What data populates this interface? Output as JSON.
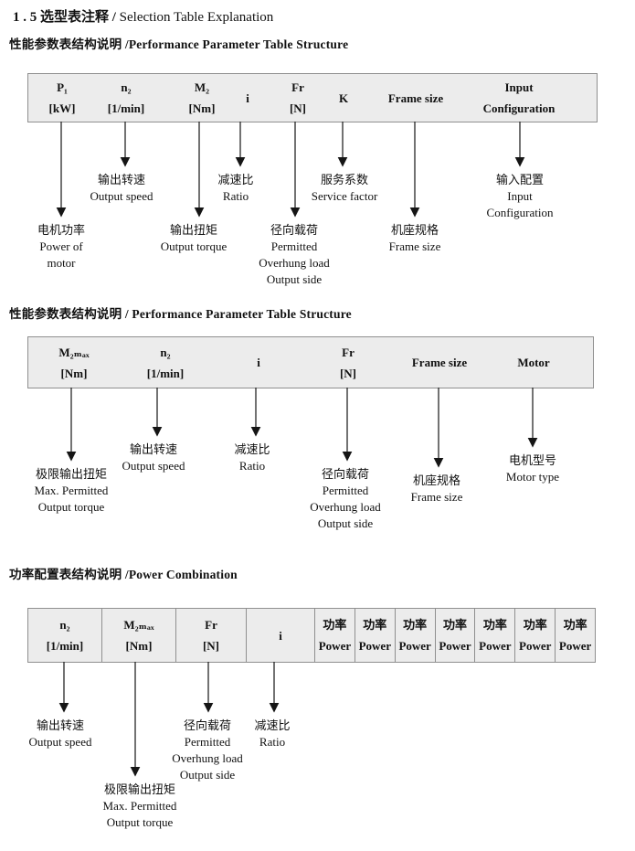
{
  "page": {
    "title_zh": "1 . 5 选型表注释 /",
    "title_en": " Selection Table Explanation"
  },
  "sections": [
    {
      "heading": "性能参数表结构说明 /Performance Parameter Table Structure",
      "columns": [
        {
          "l1": "P₁",
          "l2": "[kW]"
        },
        {
          "l1": "n₂",
          "l2": "[1/min]"
        },
        {
          "l1": "M₂",
          "l2": "[Nm]"
        },
        {
          "l1": "i",
          "l2": ""
        },
        {
          "l1": "Fr",
          "l2": "[N]"
        },
        {
          "l1": "K",
          "l2": ""
        },
        {
          "l1": "Frame size",
          "l2": ""
        },
        {
          "l1": "Input",
          "l2": "Configuration"
        }
      ],
      "callouts": [
        {
          "l1": "电机功率",
          "l2": "Power of",
          "l3": "motor"
        },
        {
          "l1": "输出转速",
          "l2": "Output speed"
        },
        {
          "l1": "输出扭矩",
          "l2": "Output torque"
        },
        {
          "l1": "减速比",
          "l2": "Ratio"
        },
        {
          "l1": "径向载荷",
          "l2": "Permitted",
          "l3": "Overhung load",
          "l4": "Output side"
        },
        {
          "l1": "服务系数",
          "l2": "Service factor"
        },
        {
          "l1": "机座规格",
          "l2": "Frame size"
        },
        {
          "l1": "输入配置",
          "l2": "Input",
          "l3": "Configuration"
        }
      ]
    },
    {
      "heading": "性能参数表结构说明 / Performance Parameter Table Structure",
      "columns": [
        {
          "l1": "M₂ₘₐₓ",
          "l2": "[Nm]"
        },
        {
          "l1": "n₂",
          "l2": "[1/min]"
        },
        {
          "l1": "i",
          "l2": ""
        },
        {
          "l1": "Fr",
          "l2": "[N]"
        },
        {
          "l1": "Frame size",
          "l2": ""
        },
        {
          "l1": "Motor",
          "l2": ""
        }
      ],
      "callouts": [
        {
          "l1": "极限输出扭矩",
          "l2": "Max. Permitted",
          "l3": "Output torque"
        },
        {
          "l1": "输出转速",
          "l2": "Output speed"
        },
        {
          "l1": "减速比",
          "l2": "Ratio"
        },
        {
          "l1": "径向载荷",
          "l2": "Permitted",
          "l3": "Overhung load",
          "l4": "Output side"
        },
        {
          "l1": "机座规格",
          "l2": "Frame size"
        },
        {
          "l1": "电机型号",
          "l2": "Motor type"
        }
      ]
    },
    {
      "heading": "功率配置表结构说明 /Power Combination",
      "columns": [
        {
          "l1": "n₂",
          "l2": "[1/min]"
        },
        {
          "l1": "M₂ₘₐₓ",
          "l2": "[Nm]"
        },
        {
          "l1": "Fr",
          "l2": "[N]"
        },
        {
          "l1": "i",
          "l2": ""
        },
        {
          "l1": "功率",
          "l2": "Power"
        },
        {
          "l1": "功率",
          "l2": "Power"
        },
        {
          "l1": "功率",
          "l2": "Power"
        },
        {
          "l1": "功率",
          "l2": "Power"
        },
        {
          "l1": "功率",
          "l2": "Power"
        },
        {
          "l1": "功率",
          "l2": "Power"
        },
        {
          "l1": "功率",
          "l2": "Power"
        }
      ],
      "callouts": [
        {
          "l1": "输出转速",
          "l2": "Output speed"
        },
        {
          "l1": "极限输出扭矩",
          "l2": "Max. Permitted",
          "l3": "Output torque"
        },
        {
          "l1": "径向载荷",
          "l2": "Permitted",
          "l3": "Overhung load",
          "l4": "Output side"
        },
        {
          "l1": "减速比",
          "l2": "Ratio"
        }
      ]
    }
  ]
}
